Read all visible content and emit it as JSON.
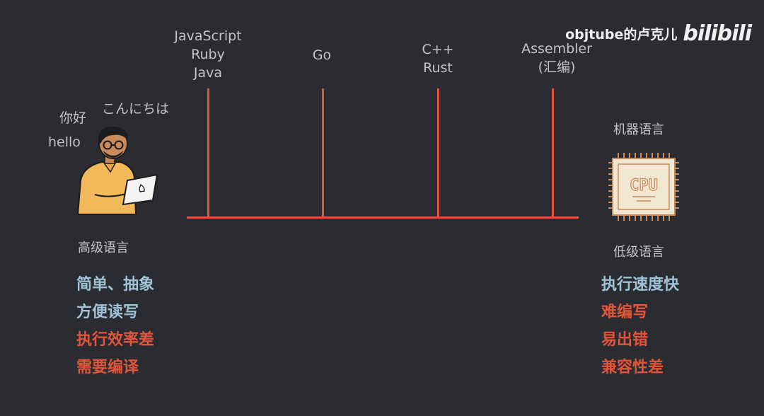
{
  "watermark": {
    "channel": "objtube的卢克儿",
    "logo": "bilibili"
  },
  "languages": [
    {
      "lines": [
        "JavaScript",
        "Ruby",
        "Java"
      ]
    },
    {
      "lines": [
        "Go"
      ]
    },
    {
      "lines": [
        "C++",
        "Rust"
      ]
    },
    {
      "lines": [
        "Assembler",
        "(汇编)"
      ]
    }
  ],
  "greetings": {
    "nihao": "你好",
    "konnichiwa": "こんにちは",
    "hello": "hello"
  },
  "left": {
    "caption": "高级语言",
    "pros": [
      "简单、抽象",
      "方便读写"
    ],
    "cons": [
      "执行效率差",
      "需要编译"
    ]
  },
  "right": {
    "top_caption": "机器语言",
    "chip_label": "CPU",
    "caption": "低级语言",
    "pros": [
      "执行速度快"
    ],
    "cons": [
      "难编写",
      "易出错",
      "兼容性差"
    ]
  },
  "colors": {
    "accent": "#e2553a",
    "pro": "#9fc2d6",
    "background": "#2b2c31"
  }
}
